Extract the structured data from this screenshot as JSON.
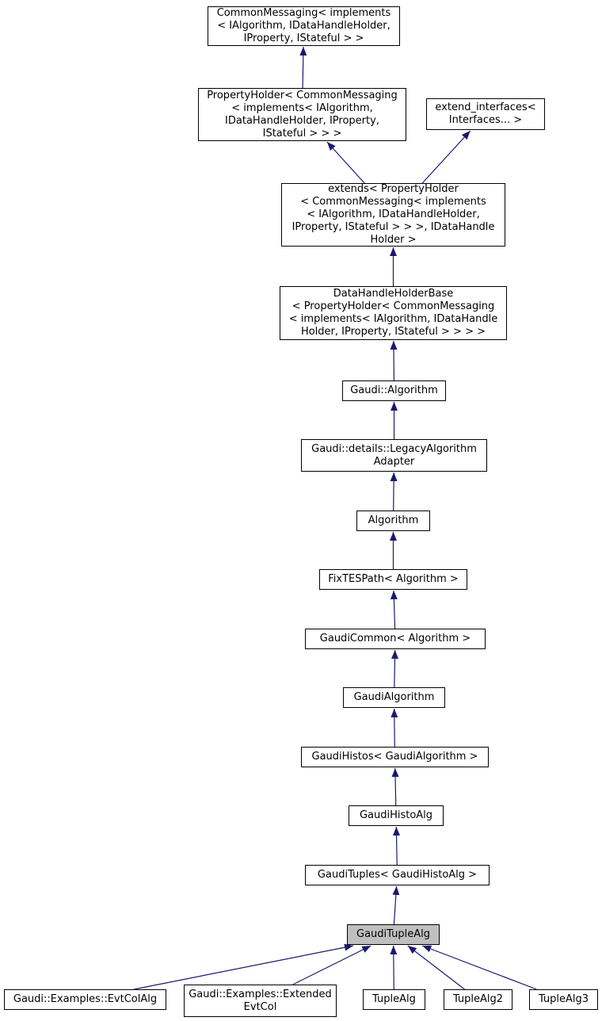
{
  "diagram": {
    "type": "class-inheritance-graph",
    "highlighted_node": "GaudiTupleAlg",
    "colors": {
      "edge": "#191970",
      "node_border": "#000000",
      "node_fill": "#ffffff",
      "highlight_fill": "#bfbfbf"
    },
    "nodes": {
      "cm": {
        "label": "CommonMessaging< implements\n< IAlgorithm, IDataHandleHolder,\nIProperty, IStateful > >"
      },
      "ph": {
        "label": "PropertyHolder< CommonMessaging\n< implements< IAlgorithm,\nIDataHandleHolder, IProperty,\nIStateful > > >"
      },
      "ei": {
        "label": "extend_interfaces<\nInterfaces... >"
      },
      "ext": {
        "label": "extends< PropertyHolder\n< CommonMessaging< implements\n< IAlgorithm, IDataHandleHolder,\nIProperty, IStateful > > >, IDataHandle\nHolder >"
      },
      "dhhb": {
        "label": "DataHandleHolderBase\n< PropertyHolder< CommonMessaging\n< implements< IAlgorithm, IDataHandle\nHolder, IProperty, IStateful > > > >"
      },
      "galg": {
        "label": "Gaudi::Algorithm"
      },
      "laa": {
        "label": "Gaudi::details::LegacyAlgorithm\nAdapter"
      },
      "alg": {
        "label": "Algorithm"
      },
      "ftp": {
        "label": "FixTESPath< Algorithm >"
      },
      "gc": {
        "label": "GaudiCommon< Algorithm >"
      },
      "ga": {
        "label": "GaudiAlgorithm"
      },
      "gh": {
        "label": "GaudiHistos< GaudiAlgorithm >"
      },
      "gha": {
        "label": "GaudiHistoAlg"
      },
      "gt": {
        "label": "GaudiTuples< GaudiHistoAlg >"
      },
      "gta": {
        "label": "GaudiTupleAlg",
        "highlighted": true
      },
      "evt": {
        "label": "Gaudi::Examples::EvtColAlg"
      },
      "eec": {
        "label": "Gaudi::Examples::Extended\nEvtCol"
      },
      "ta": {
        "label": "TupleAlg"
      },
      "ta2": {
        "label": "TupleAlg2"
      },
      "ta3": {
        "label": "TupleAlg3"
      }
    },
    "edges": [
      {
        "from": "ph",
        "to": "cm"
      },
      {
        "from": "ext",
        "to": "ph"
      },
      {
        "from": "ext",
        "to": "ei"
      },
      {
        "from": "dhhb",
        "to": "ext"
      },
      {
        "from": "galg",
        "to": "dhhb"
      },
      {
        "from": "laa",
        "to": "galg"
      },
      {
        "from": "alg",
        "to": "laa"
      },
      {
        "from": "ftp",
        "to": "alg"
      },
      {
        "from": "gc",
        "to": "ftp"
      },
      {
        "from": "ga",
        "to": "gc"
      },
      {
        "from": "gh",
        "to": "ga"
      },
      {
        "from": "gha",
        "to": "gh"
      },
      {
        "from": "gt",
        "to": "gha"
      },
      {
        "from": "gta",
        "to": "gt"
      },
      {
        "from": "evt",
        "to": "gta"
      },
      {
        "from": "eec",
        "to": "gta"
      },
      {
        "from": "ta",
        "to": "gta"
      },
      {
        "from": "ta2",
        "to": "gta"
      },
      {
        "from": "ta3",
        "to": "gta"
      }
    ]
  }
}
